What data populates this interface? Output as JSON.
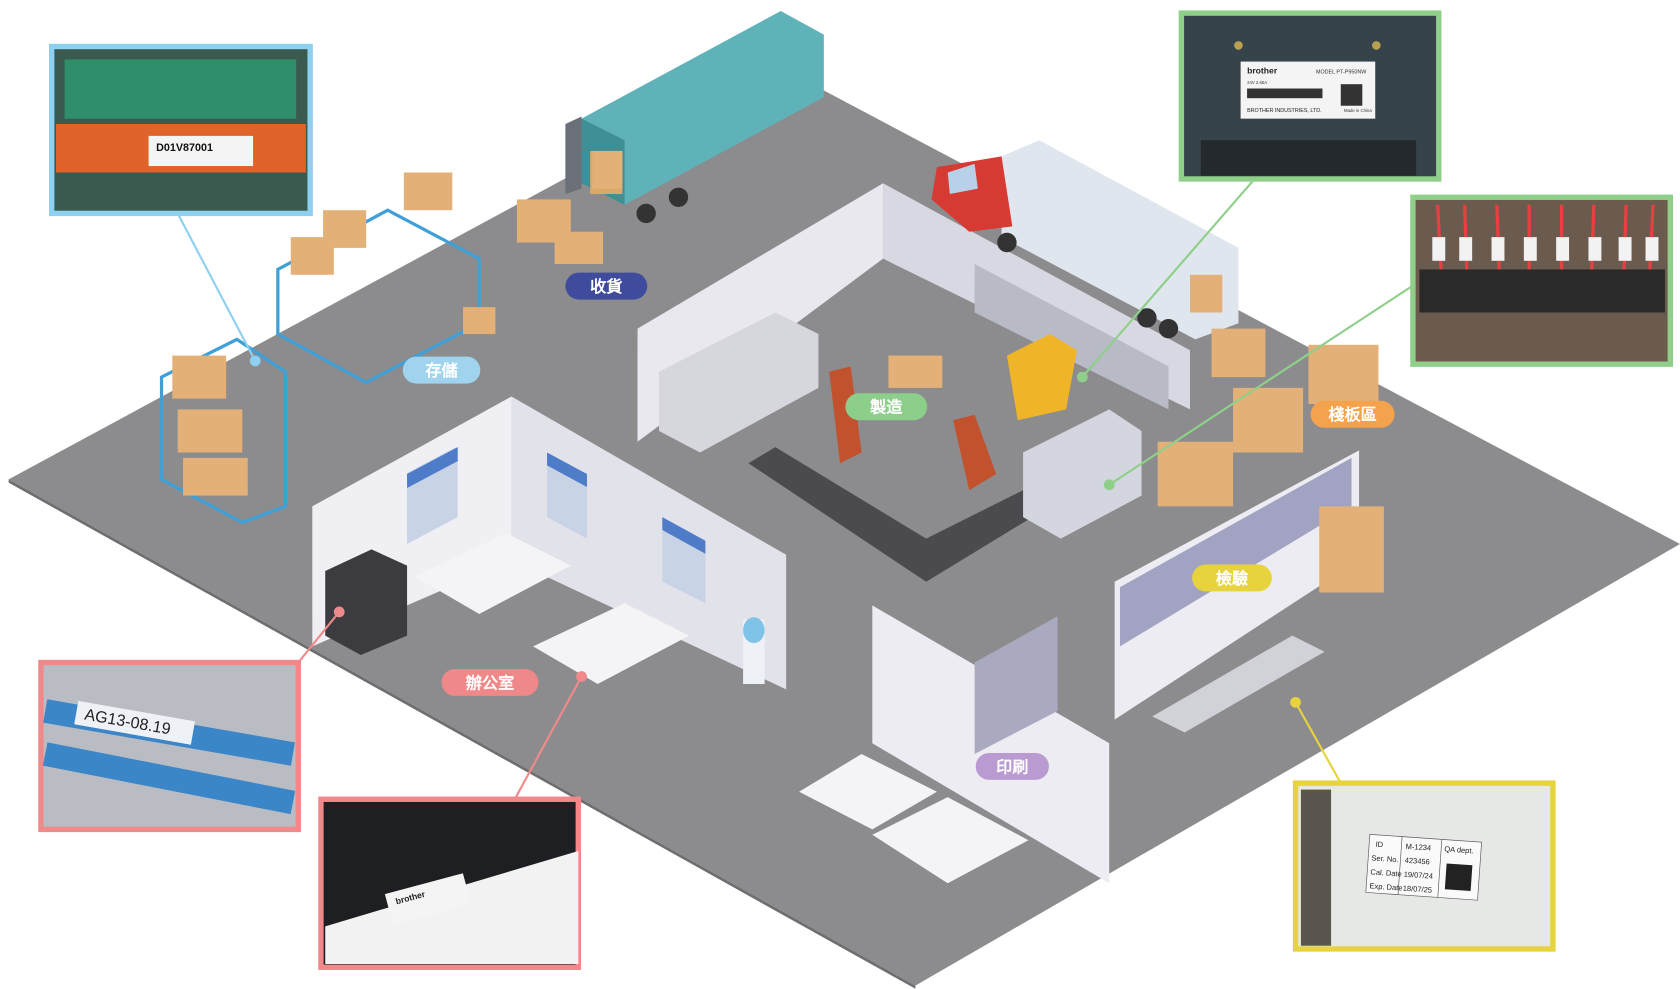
{
  "zones": {
    "receiving": {
      "label": "收貨",
      "color": "#3f4b9c"
    },
    "storage": {
      "label": "存儲",
      "color": "#9fd3ee"
    },
    "manufacturing": {
      "label": "製造",
      "color": "#8ccf8b"
    },
    "pallet": {
      "label": "棧板區",
      "color": "#f4a24c"
    },
    "inspection": {
      "label": "檢驗",
      "color": "#e6d33e"
    },
    "office": {
      "label": "辦公室",
      "color": "#ef8888"
    },
    "printing": {
      "label": "印刷",
      "color": "#b99bd2"
    }
  },
  "callouts": {
    "shelf_label": {
      "text": "D01V87001",
      "border": "#8ed0f0"
    },
    "device_label": {
      "brand": "brother",
      "model": "MODEL PT-P950NW",
      "rating": "24V 2.65A",
      "maker": "BROTHER INDUSTRIES, LTD.",
      "origin": "Made in China",
      "border": "#8fcf8a"
    },
    "cable_labels": {
      "text": "AG13-08.19",
      "border": "#f08a8a"
    },
    "laptop_label": {
      "brand": "brother",
      "border": "#f08a8a"
    },
    "qa_label": {
      "rows": [
        [
          "ID",
          "M-1234"
        ],
        [
          "Ser. No.",
          "423456"
        ],
        [
          "Cal. Date",
          "19/07/24"
        ],
        [
          "Exp. Date",
          "18/07/25"
        ]
      ],
      "dept": "QA dept.",
      "border": "#e6d33e"
    },
    "terminal_labels": {
      "border": "#8fcf8a"
    }
  }
}
